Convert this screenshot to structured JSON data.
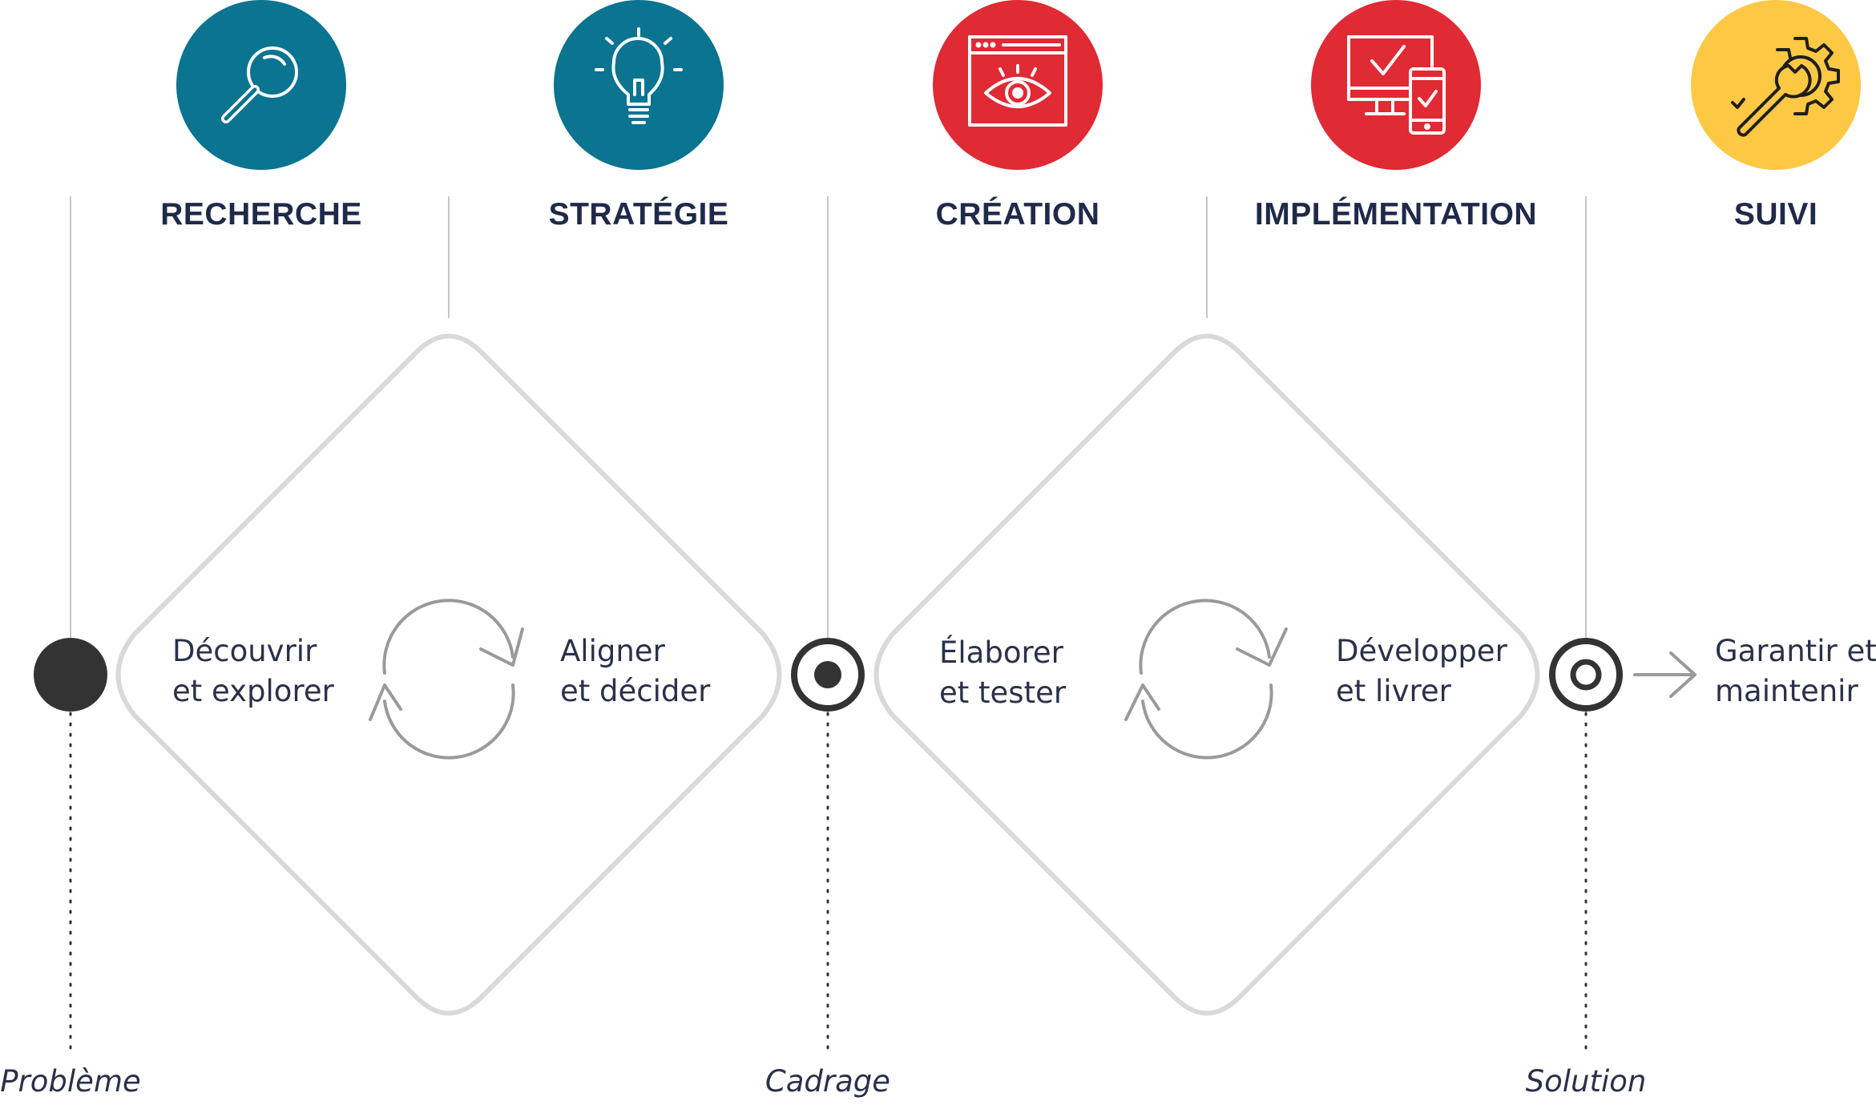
{
  "phases": [
    {
      "label": "RECHERCHE",
      "icon": "magnifier-icon",
      "color": "#0a7491"
    },
    {
      "label": "STRATÉGIE",
      "icon": "lightbulb-icon",
      "color": "#0a7491"
    },
    {
      "label": "CRÉATION",
      "icon": "browser-eye-icon",
      "color": "#e02a34"
    },
    {
      "label": "IMPLÉMENTATION",
      "icon": "devices-check-icon",
      "color": "#e02a34"
    },
    {
      "label": "SUIVI",
      "icon": "gear-wrench-icon",
      "color": "#fdc843"
    }
  ],
  "activities": {
    "discover": {
      "line1": "Découvrir",
      "line2": "et explorer"
    },
    "align": {
      "line1": "Aligner",
      "line2": "et décider"
    },
    "elaborate": {
      "line1": "Élaborer",
      "line2": "et tester"
    },
    "develop": {
      "line1": "Développer",
      "line2": "et livrer"
    },
    "maintain": {
      "line1": "Garantir et",
      "line2": "maintenir"
    }
  },
  "milestones": {
    "problem": "Problème",
    "framing": "Cadrage",
    "solution": "Solution"
  },
  "colors": {
    "teal": "#0a7491",
    "red": "#e02a34",
    "yellow": "#fdc843",
    "dark": "#333333",
    "diamond": "#d9d9d9",
    "cycle": "#9a9a9a",
    "text": "#1f2a4a"
  }
}
